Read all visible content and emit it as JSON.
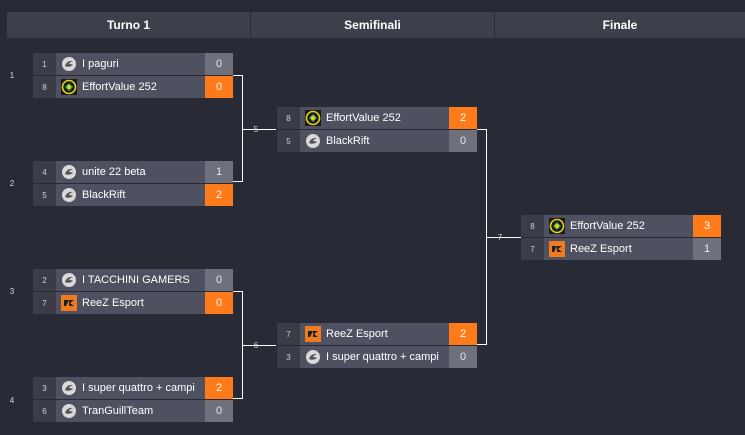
{
  "rounds": [
    {
      "label": "Turno 1"
    },
    {
      "label": "Semifinali"
    },
    {
      "label": "Finale"
    }
  ],
  "colors": {
    "background": "#282a35",
    "win": "#ff7b1a",
    "header": "#3d3f4b"
  },
  "matches": [
    {
      "number": "1",
      "rows": [
        {
          "seed": "1",
          "team": "I paguri",
          "logo": "shield-logo-icon",
          "score": "0",
          "win": false
        },
        {
          "seed": "8",
          "team": "EffortValue 252",
          "logo": "ev-logo-icon",
          "score": "0",
          "win": true
        }
      ]
    },
    {
      "number": "2",
      "rows": [
        {
          "seed": "4",
          "team": "unite 22 beta",
          "logo": "shield-logo-icon",
          "score": "1",
          "win": false
        },
        {
          "seed": "5",
          "team": "BlackRift",
          "logo": "shield-logo-icon",
          "score": "2",
          "win": true
        }
      ]
    },
    {
      "number": "3",
      "rows": [
        {
          "seed": "2",
          "team": "I TACCHINI GAMERS",
          "logo": "shield-logo-icon",
          "score": "0",
          "win": false
        },
        {
          "seed": "7",
          "team": "ReeZ Esport",
          "logo": "rz-logo-icon",
          "score": "0",
          "win": true
        }
      ]
    },
    {
      "number": "4",
      "rows": [
        {
          "seed": "3",
          "team": "I super quattro + campi",
          "logo": "shield-logo-icon",
          "score": "2",
          "win": true
        },
        {
          "seed": "6",
          "team": "TranGuillTeam",
          "logo": "shield-logo-icon",
          "score": "0",
          "win": false
        }
      ]
    },
    {
      "number": "5",
      "rows": [
        {
          "seed": "8",
          "team": "EffortValue 252",
          "logo": "ev-logo-icon",
          "score": "2",
          "win": true
        },
        {
          "seed": "5",
          "team": "BlackRift",
          "logo": "shield-logo-icon",
          "score": "0",
          "win": false
        }
      ]
    },
    {
      "number": "6",
      "rows": [
        {
          "seed": "7",
          "team": "ReeZ Esport",
          "logo": "rz-logo-icon",
          "score": "2",
          "win": true
        },
        {
          "seed": "3",
          "team": "I super quattro + campi",
          "logo": "shield-logo-icon",
          "score": "0",
          "win": false
        }
      ]
    },
    {
      "number": "7",
      "rows": [
        {
          "seed": "8",
          "team": "EffortValue 252",
          "logo": "ev-logo-icon",
          "score": "3",
          "win": true
        },
        {
          "seed": "7",
          "team": "ReeZ Esport",
          "logo": "rz-logo-icon",
          "score": "1",
          "win": false
        }
      ]
    }
  ]
}
